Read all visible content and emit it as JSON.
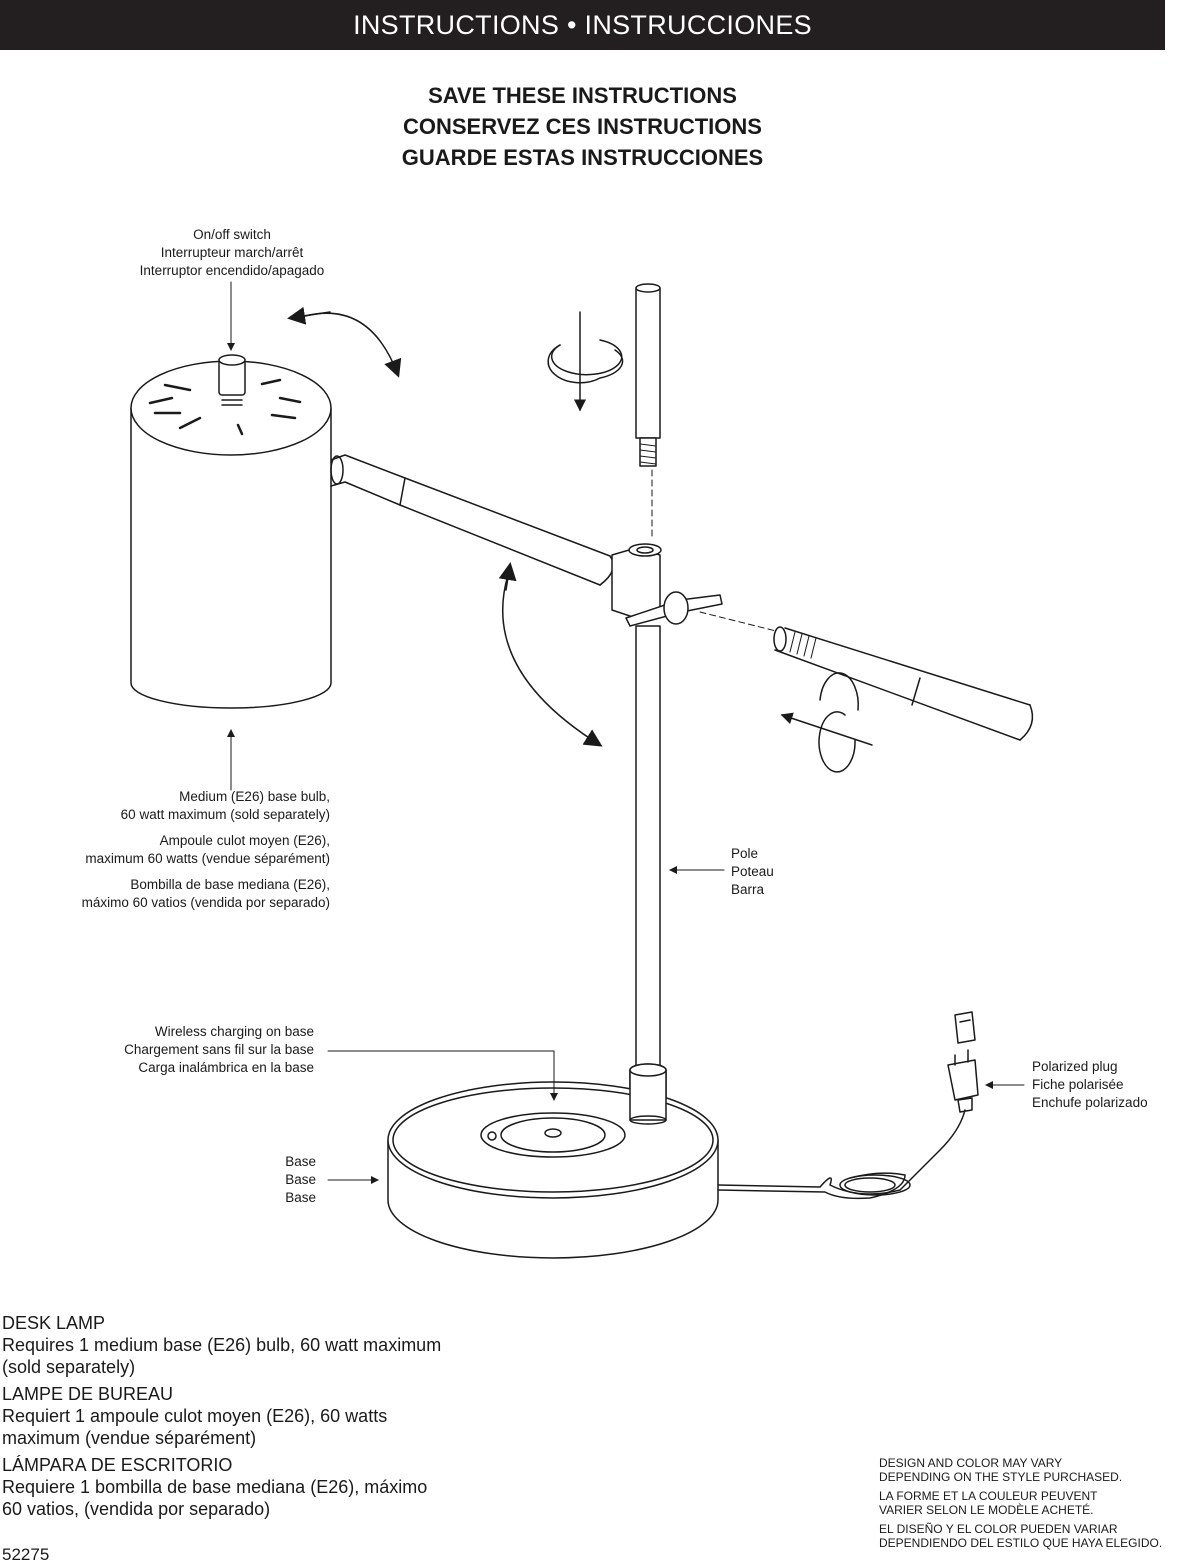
{
  "header": {
    "title": "INSTRUCTIONS • INSTRUCCIONES"
  },
  "save_instructions": {
    "en": "SAVE THESE INSTRUCTIONS",
    "fr": "CONSERVEZ CES INSTRUCTIONS",
    "es": "GUARDE ESTAS INSTRUCCIONES"
  },
  "labels": {
    "switch": [
      "On/off switch",
      "Interrupteur march/arrêt",
      "Interruptor encendido/apagado"
    ],
    "bulb": {
      "en": [
        "Medium (E26) base bulb,",
        "60 watt maximum (sold separately)"
      ],
      "fr": [
        "Ampoule culot moyen (E26),",
        "maximum 60 watts (vendue séparément)"
      ],
      "es": [
        "Bombilla de base mediana (E26),",
        "máximo 60 vatios (vendida por separado)"
      ]
    },
    "pole": [
      "Pole",
      "Poteau",
      "Barra"
    ],
    "wireless": [
      "Wireless charging on base",
      "Chargement sans fil sur la base",
      "Carga inalámbrica en la base"
    ],
    "base": [
      "Base",
      "Base",
      "Base"
    ],
    "plug": [
      "Polarized plug",
      "Fiche polarisée",
      "Enchufe polarizado"
    ]
  },
  "description": [
    {
      "title": "DESK LAMP",
      "text": "Requires 1 medium base (E26) bulb, 60 watt maximum (sold separately)"
    },
    {
      "title": "LAMPE DE BUREAU",
      "text": "Requiert 1 ampoule culot moyen (E26), 60 watts maximum (vendue séparément)"
    },
    {
      "title": "LÁMPARA DE ESCRITORIO",
      "text": "Requiere 1 bombilla de base mediana (E26), máximo 60 vatios, (vendida por separado)"
    }
  ],
  "model_number": "52275",
  "disclaimer": [
    [
      "DESIGN AND COLOR MAY VARY",
      "DEPENDING ON THE STYLE PURCHASED."
    ],
    [
      "LA FORME ET LA COULEUR PEUVENT",
      "VARIER SELON LE MODÈLE ACHETÉ."
    ],
    [
      "EL DISEÑO Y EL COLOR PUEDEN VARIAR",
      "DEPENDIENDO DEL ESTILO QUE HAYA ELEGIDO."
    ]
  ],
  "colors": {
    "header_bg": "#231f20",
    "ink": "#1a1a1a",
    "paper": "#ffffff"
  }
}
